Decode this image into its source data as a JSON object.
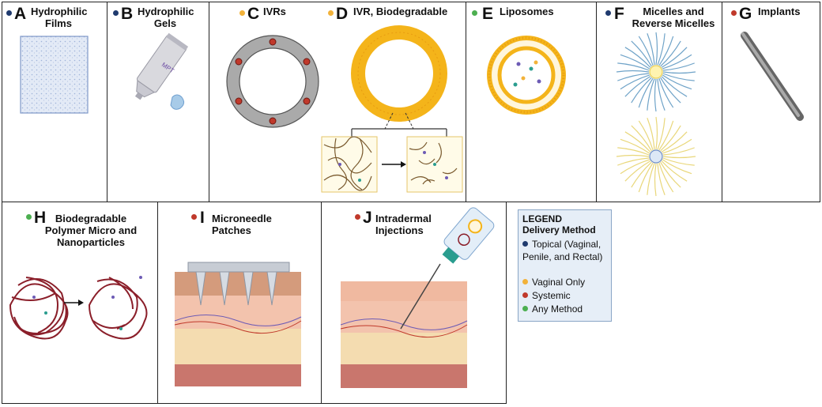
{
  "colors": {
    "topical": "#1f3a6e",
    "vaginal": "#f2b23a",
    "systemic": "#c0392b",
    "any": "#4caf50",
    "ring_yellow": "#f4b41a",
    "film_blue": "#b9c9e6",
    "polymer_red": "#8b1f2a"
  },
  "panels": {
    "A": {
      "letter": "A",
      "title": "Hydrophilic Films",
      "method": "topical"
    },
    "B": {
      "letter": "B",
      "title": "Hydrophilic Gels",
      "method": "topical",
      "tube_label": "MPT"
    },
    "C": {
      "letter": "C",
      "title": "IVRs",
      "method": "vaginal"
    },
    "D": {
      "letter": "D",
      "title": "IVR, Biodegradable",
      "method": "vaginal"
    },
    "E": {
      "letter": "E",
      "title": "Liposomes",
      "method": "any"
    },
    "F": {
      "letter": "F",
      "title": "Micelles and Reverse Micelles",
      "method": "topical"
    },
    "G": {
      "letter": "G",
      "title": "Implants",
      "method": "systemic"
    },
    "H": {
      "letter": "H",
      "title": "Biodegradable Polymer Micro and Nanoparticles",
      "method": "any"
    },
    "I": {
      "letter": "I",
      "title": "Microneedle Patches",
      "method": "systemic"
    },
    "J": {
      "letter": "J",
      "title": "Intradermal Injections",
      "method": "systemic"
    }
  },
  "legend": {
    "title1": "LEGEND",
    "title2": "Delivery Method",
    "items": [
      {
        "label": "Topical (Vaginal, Penile, and Rectal)",
        "method": "topical"
      },
      {
        "label": "Vaginal Only",
        "method": "vaginal"
      },
      {
        "label": "Systemic",
        "method": "systemic"
      },
      {
        "label": "Any Method",
        "method": "any"
      }
    ]
  }
}
